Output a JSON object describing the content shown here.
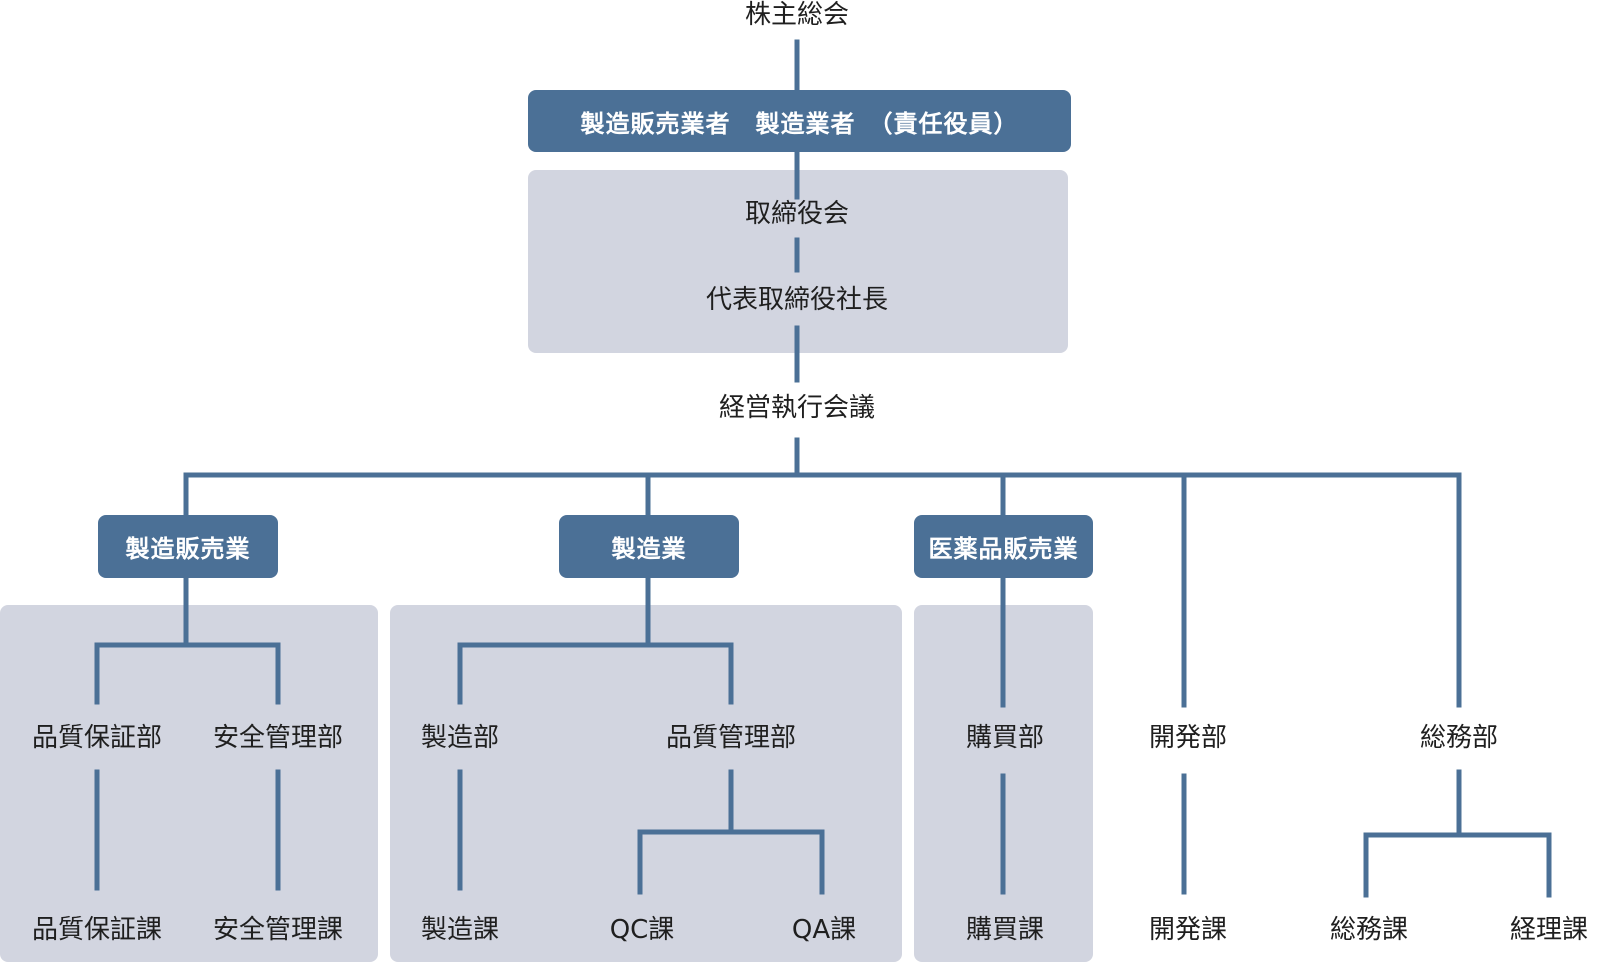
{
  "top": {
    "shareholders": "株主総会",
    "responsible_officer": "製造販売業者　製造業者　（責任役員）",
    "board": "取締役会",
    "president": "代表取締役社長",
    "executive_council": "経営執行会議"
  },
  "divisions": [
    {
      "label": "製造販売業"
    },
    {
      "label": "製造業"
    },
    {
      "label": "医薬品販売業"
    }
  ],
  "departments": {
    "quality_assurance_dept": "品質保証部",
    "safety_management_dept": "安全管理部",
    "manufacturing_dept": "製造部",
    "quality_control_dept": "品質管理部",
    "purchasing_dept": "購買部",
    "development_dept": "開発部",
    "general_affairs_dept": "総務部"
  },
  "sections": {
    "quality_assurance_sec": "品質保証課",
    "safety_management_sec": "安全管理課",
    "manufacturing_sec": "製造課",
    "qc_sec": "QC課",
    "qa_sec": "QA課",
    "purchasing_sec": "購買課",
    "development_sec": "開発課",
    "general_affairs_sec": "総務課",
    "accounting_sec": "経理課"
  },
  "colors": {
    "box": "#4b7096",
    "panel": "#d2d5e0",
    "line": "#4b7096"
  }
}
